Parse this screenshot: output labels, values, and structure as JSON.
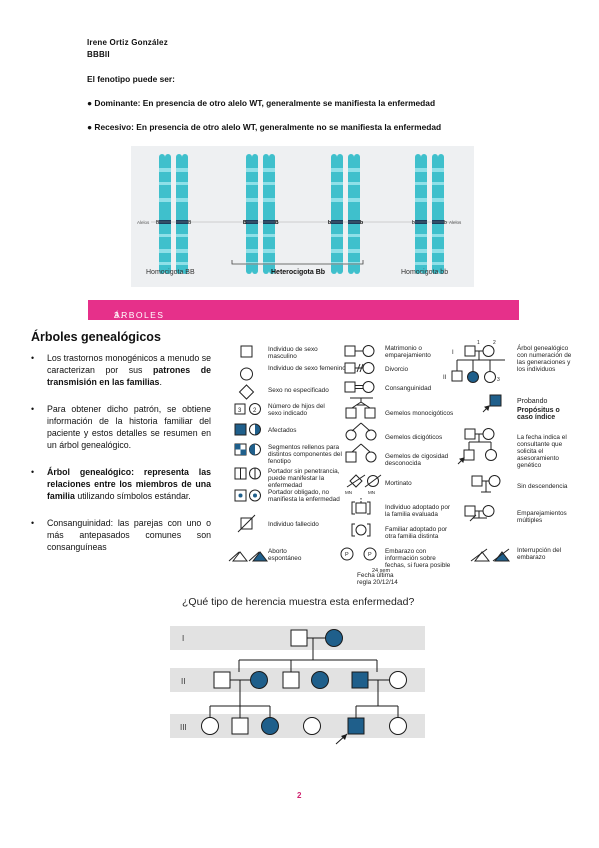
{
  "header": {
    "author": "Irene Ortiz González",
    "group": "BBBII"
  },
  "intro": "El fenotipo puede ser:",
  "bullets": [
    {
      "mark": "●",
      "label": "Dominante",
      "text": ": En presencia de otro alelo WT, generalmente se manifiesta la enfermedad"
    },
    {
      "mark": "●",
      "label": "Recesivo",
      "text": ": En presencia de otro alelo WT, generalmente no se manifiesta la enfermedad"
    }
  ],
  "chromosomes": {
    "alelos_label": "Alelos",
    "genotypes": [
      {
        "name": "Homocigota BB",
        "left": "B",
        "right": "B"
      },
      {
        "name": "Heterocigota Bb",
        "left": "B",
        "right": "b"
      },
      {
        "name": "Homocigota bb",
        "left": "b",
        "right": "b"
      }
    ],
    "colors": {
      "chromatid": "#3fc0cc",
      "band": "#7fdbe3",
      "centromere": "#1c3c5a"
    }
  },
  "section": {
    "number": "3.",
    "title": "ÁRBOLES GENEALÓGICOS",
    "color": "#e6308a"
  },
  "left_panel": {
    "title": "Árboles genealógicos",
    "points": [
      {
        "pre": "Los trastornos monogénicos a menudo se caracterizan por sus ",
        "bold": "patrones de transmisión en las familias",
        "post": "."
      },
      {
        "pre": "Para obtener dicho patrón, se obtiene información de la historia familiar del paciente y estos detalles se resumen en un árbol genealógico.",
        "bold": "",
        "post": ""
      },
      {
        "pre": "",
        "bold": "Árbol genealógico: representa las relaciones entre los miembros de una familia",
        "post": " utilizando símbolos estándar."
      },
      {
        "pre": "Consanguinidad: las parejas con uno o más antepasados comunes son consanguíneas",
        "bold": "",
        "post": ""
      }
    ]
  },
  "legend": {
    "col1": [
      "Individuo de sexo masculino",
      "Individuo de sexo femenino",
      "Sexo no especificado",
      "Número de hijos del sexo indicado",
      "Afectados",
      "Segmentos rellenos para distintos componentes del fenotipo",
      "Portador sin penetrancia, puede manifestar la enfermedad",
      "Portador obligado, no manifiesta la enfermedad",
      "Individuo fallecido",
      "Aborto espontáneo"
    ],
    "col2": [
      "Matrimonio o emparejamiento",
      "Divorcio",
      "Consanguinidad",
      "Gemelos monocigóticos",
      "Gemelos dicigóticos",
      "Gemelos de cigosidad desconocida",
      "Mortinato",
      "Individuo adoptado por la familia evaluada",
      "Familiar adoptado por otra familia distinta",
      "Embarazo con información sobre fechas, si fuera posible"
    ],
    "col3": [
      "Árbol genealógico con numeración de las generaciones y los individuos",
      "Probando",
      "Propósitus o caso índice",
      "La fecha indica el consultante que solicita el asesoramiento genético",
      "Sin descendencia",
      "Emparejamientos múltiples",
      "Interrupción del embarazo"
    ],
    "small": {
      "num3": "3",
      "num2": "2",
      "mn": "MN",
      "p": "P",
      "fecha": "Fecha última regla 20/12/14",
      "sem": "24 sem",
      "gen_I": "I",
      "gen_II": "II",
      "n1": "1",
      "n2": "2",
      "n3": "3"
    }
  },
  "question": "¿Qué tipo de herencia muestra esta enfermedad?",
  "pedigree": {
    "generations": [
      "I",
      "II",
      "III"
    ],
    "colors": {
      "band": "#e2e2e2",
      "affected": "#1f5f8b",
      "stroke": "#1a1a1a"
    }
  },
  "page_number": "2"
}
